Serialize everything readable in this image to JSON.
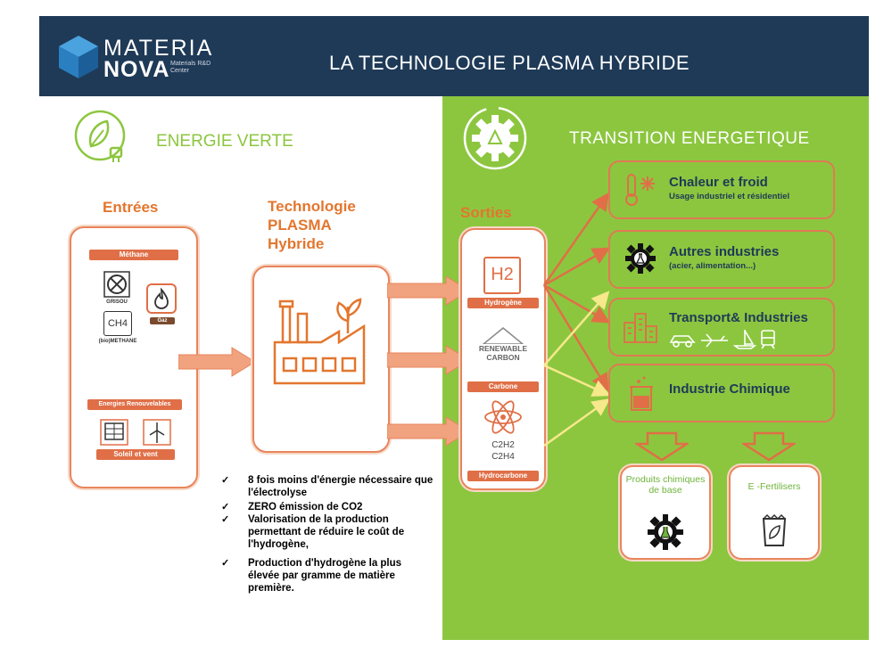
{
  "header": {
    "logo_word1": "MATERIA",
    "logo_word2": "NOVA",
    "logo_sub": "Materials R&D Center",
    "title": "LA TECHNOLOGIE PLASMA HYBRIDE"
  },
  "left": {
    "section_title": "ENERGIE VERTE",
    "entrees_title": "Entrées",
    "methane_label": "Méthane",
    "grisou_label": "GRISOU",
    "gaz_label": "Gaz",
    "ch4_text": "CH4",
    "biomethane_label": "(bio)METHANE",
    "renouvelables_label": "Energies Renouvelables",
    "soleil_label": "Soleil et vent"
  },
  "center": {
    "tech_title_1": "Technologie",
    "tech_title_2": "PLASMA",
    "tech_title_3": "Hybride",
    "bullets": [
      "8 fois moins d'énergie nécessaire que l'électrolyse",
      "ZERO émission de CO2",
      "Valorisation de la production permettant de réduire le coût de l'hydrogène,",
      "Production d'hydrogène la plus élevée par gramme de matière première."
    ]
  },
  "right": {
    "section_title": "TRANSITION ENERGETIQUE",
    "sorties_title": "Sorties",
    "h2_text": "H2",
    "hydrogene_label": "Hydrogène",
    "renewable_text_1": "RENEWABLE",
    "renewable_text_2": "CARBON",
    "carbone_label": "Carbone",
    "c2h2_text": "C2H2",
    "c2h4_text": "C2H4",
    "hydrocarbone_label": "Hydrocarbone",
    "outputs": [
      {
        "title": "Chaleur et froid",
        "sub": "Usage industriel et résidentiel"
      },
      {
        "title": "Autres industries",
        "sub": "(acier, alimentation...)"
      },
      {
        "title": "Transport& Industries",
        "sub": ""
      },
      {
        "title": "Industrie Chimique",
        "sub": ""
      }
    ],
    "products": [
      {
        "label": "Produits chimiques de base"
      },
      {
        "label": "E -Fertilisers"
      }
    ]
  },
  "colors": {
    "navy": "#1f3a57",
    "green": "#8cc63f",
    "orange": "#e3762e",
    "coral": "#e06f47"
  }
}
